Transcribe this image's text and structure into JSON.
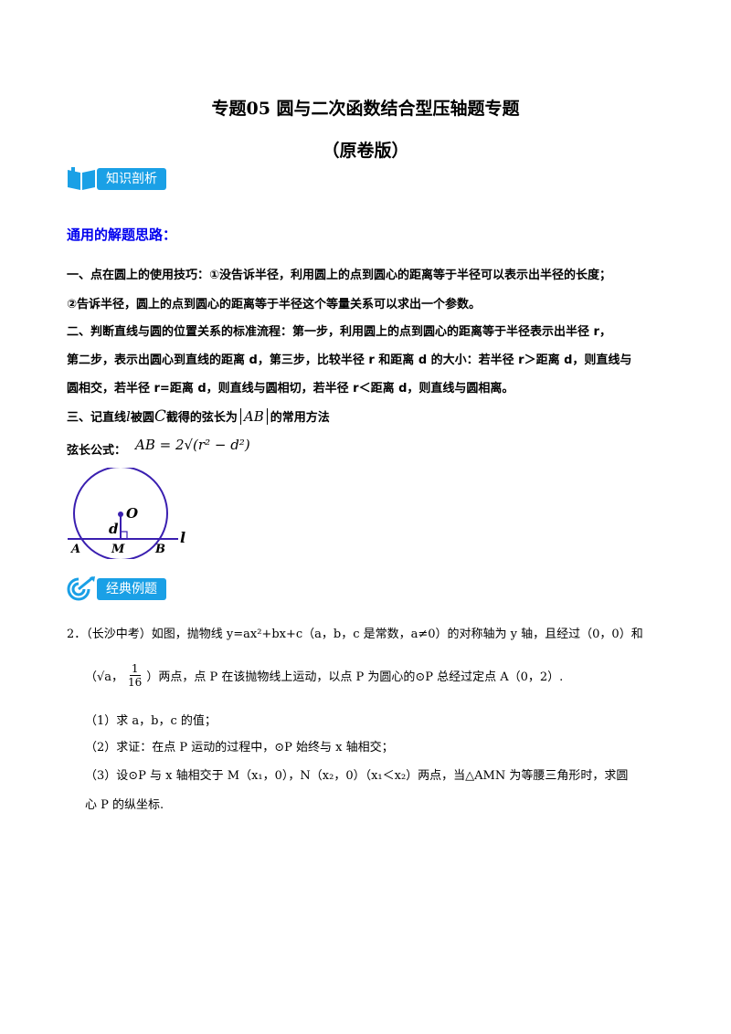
{
  "title": "专题05  圆与二次函数结合型压轴题专题",
  "subtitle": "（原卷版）",
  "badge1": "知识剖析",
  "section_head": "通用的解题思路：",
  "p1a": "一、点在圆上的使用技巧：①没告诉半径，利用圆上的点到圆心的距离等于半径可以表示出半径的长度；",
  "p1b": "②告诉半径，圆上的点到圆心的距离等于半径这个等量关系可以求出一个参数。",
  "p2a": "二、判断直线与圆的位置关系的标准流程：第一步，利用圆上的点到圆心的距离等于半径表示出半径 r，",
  "p2b": "第二步，表示出圆心到直线的距离 d，第三步，比较半径 r 和距离 d 的大小：若半径 r＞距离 d，则直线与",
  "p2c": "圆相交，若半径 r=距离 d，则直线与圆相切，若半径 r＜距离 d，则直线与圆相离。",
  "p3_pre": "三、记直线",
  "p3_l": "l",
  "p3_mid": "被圆",
  "p3_C": "C",
  "p3_mid2": "截得的弦长为",
  "p3_AB": "AB",
  "p3_post": "的常用方法",
  "formula_label": "弦长公式：",
  "formula": "AB = 2√(r² − d²)",
  "diagram": {
    "O": "O",
    "d": "d",
    "A": "A",
    "M": "M",
    "B": "B",
    "l": "l"
  },
  "badge2": "经典例题",
  "q_line1": "2．（长沙中考）如图，抛物线 y=ax²+bx+c（a，b，c 是常数，a≠0）的对称轴为 y 轴，且经过（0，0）和",
  "frac_num": "1",
  "frac_den": "16",
  "q_line2_pre": "（√a，",
  "q_line2_post": "）两点，点 P 在该抛物线上运动，以点 P 为圆心的⊙P 总经过定点 A（0，2）.",
  "q_sub1": "（1）求 a，b，c 的值；",
  "q_sub2": "（2）求证：在点 P 运动的过程中，⊙P 始终与 x 轴相交；",
  "q_sub3a": "（3）设⊙P 与 x 轴相交于 M（x₁，0），N（x₂，0）（x₁＜x₂）两点，当△AMN 为等腰三角形时，求圆",
  "q_sub3b": "心 P 的纵坐标."
}
